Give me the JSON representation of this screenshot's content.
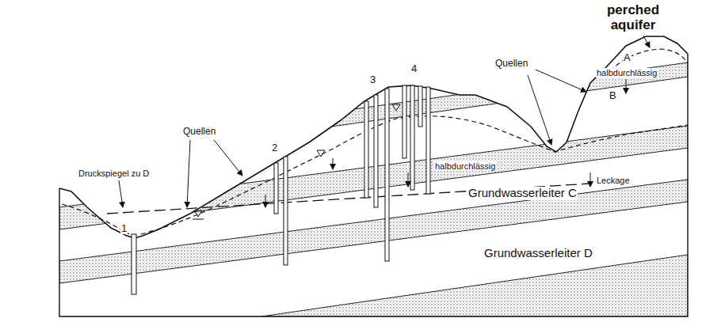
{
  "diagram": {
    "labels": [
      "perched aquifer",
      "A",
      "halbdurchlässig",
      "B",
      "Quellen",
      "Quellen",
      "4",
      "3",
      "2",
      "1",
      "Druckspiegel zu D",
      "halbdurchlässig",
      "Leckage",
      "Grundwasserleiter C",
      "Grundwasserleiter D"
    ]
  }
}
